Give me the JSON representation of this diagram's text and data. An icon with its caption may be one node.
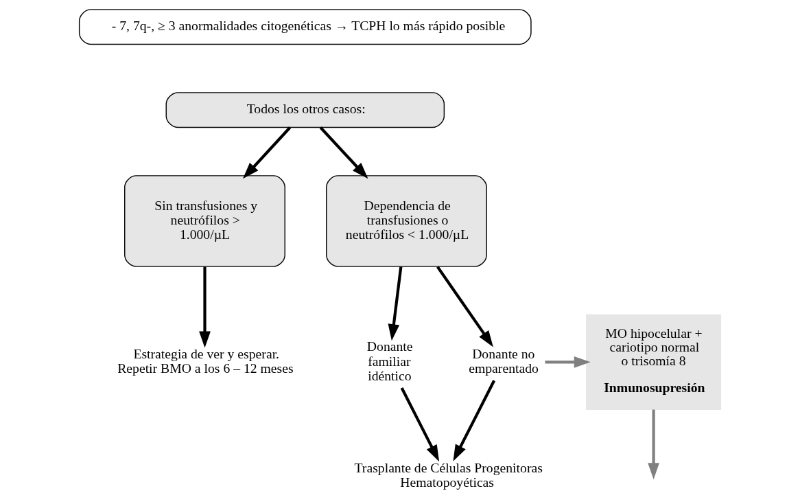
{
  "diagram": {
    "nodes": [
      {
        "text": [
          "- 7, 7q-, ≥ 3 anormalidades citogenéticas → TCPH lo más rápido posible"
        ]
      },
      {
        "text": [
          "Todos los otros casos:"
        ]
      },
      {
        "text": [
          "Sin transfusiones y neutrófilos > 1.000/µL"
        ]
      },
      {
        "text": [
          "Dependencia de transfusiones o neutrófilos < 1.000/µL"
        ]
      },
      {
        "text": [
          "Donante familiar idéntico"
        ]
      },
      {
        "text": [
          "Donante no emparentado"
        ]
      },
      {
        "text": [
          "MO hipocelular + cariotipo normal o trisomía 8",
          "Inmunosupresión"
        ]
      },
      {
        "text": [
          "Estrategia de ver y esperar. Repetir BMO a los 6 – 12 meses"
        ]
      },
      {
        "text": [
          "Trasplante de Células Progenitoras Hematopoyéticas"
        ]
      }
    ],
    "edges": [
      {
        "from": 1,
        "to": 2,
        "arrow": "to"
      },
      {
        "from": 1,
        "to": 3,
        "arrow": "to"
      },
      {
        "from": 2,
        "to": 7,
        "arrow": "to"
      },
      {
        "from": 3,
        "to": 4,
        "arrow": "to"
      },
      {
        "from": 3,
        "to": 5,
        "arrow": "to"
      },
      {
        "from": 5,
        "to": 6,
        "arrow": "to",
        "color": "#808080"
      },
      {
        "from": 6,
        "to": null,
        "arrow": "to",
        "color": "#808080"
      },
      {
        "from": 4,
        "to": 8,
        "arrow": "to"
      },
      {
        "from": 5,
        "to": 8,
        "arrow": "to"
      }
    ]
  }
}
